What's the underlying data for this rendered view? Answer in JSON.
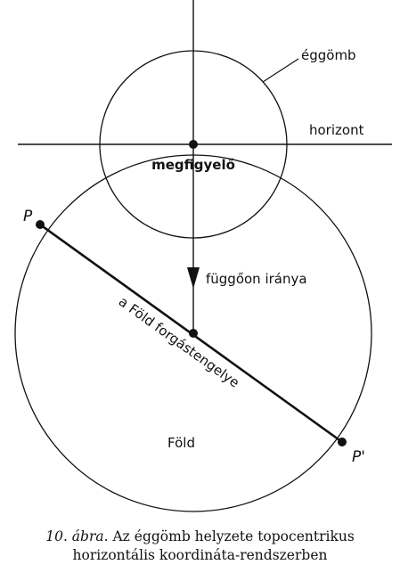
{
  "labels": {
    "celestial_sphere": "éggömb",
    "horizon": "horizont",
    "observer": "megfigyelő",
    "point_p": "P",
    "point_p_prime": "P'",
    "plumb_direction": "függőon iránya",
    "earth_axis": "a Föld forgástengelye",
    "earth": "Föld"
  },
  "caption": {
    "number": "10. ábra.",
    "line1": "Az éggömb helyzete topocentrikus",
    "line2": "horizontális koordináta-rendszerben"
  }
}
